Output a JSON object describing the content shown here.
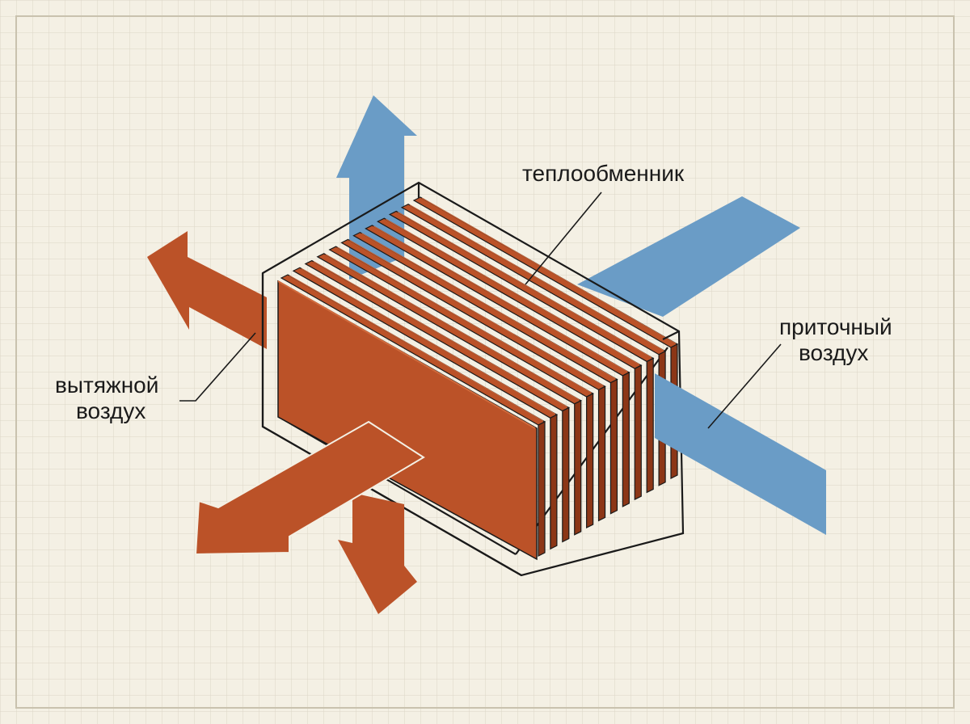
{
  "labels": {
    "exchanger": "теплообменник",
    "supply_air_line1": "приточный",
    "supply_air_line2": "воздух",
    "exhaust_air_line1": "вытяжной",
    "exhaust_air_line2": "воздух"
  },
  "colors": {
    "background": "#f4f0e4",
    "grid_minor": "#dcd6c6",
    "grid_major": "#c9c2ae",
    "exhaust_flow": "#bb5228",
    "exhaust_flow_dark": "#8c3616",
    "exhaust_flow_light": "#d06a3c",
    "supply_flow": "#6a9cc6",
    "outline": "#1a1a1a"
  },
  "exchanger_plates": 12
}
